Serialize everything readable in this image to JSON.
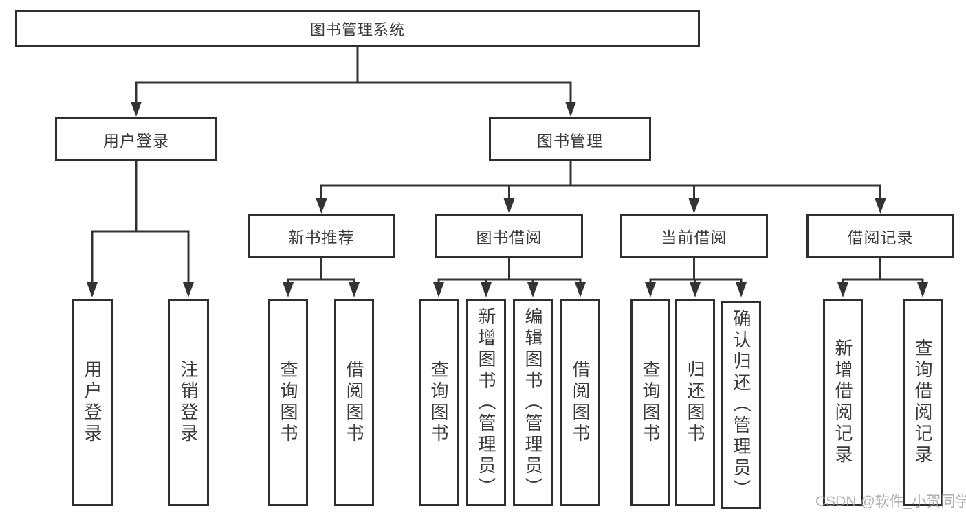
{
  "diagram": {
    "title_node": "图书管理系统",
    "nodes": {
      "root": "图书管理系统",
      "level2": [
        "用户登录",
        "图书管理"
      ],
      "level3": [
        "新书推荐",
        "图书借阅",
        "当前借阅",
        "借阅记录"
      ],
      "leaves": {
        "user_login": [
          "用户登录",
          "注销登录"
        ],
        "new_book_recommend": [
          "查询图书",
          "借阅图书"
        ],
        "book_borrow": [
          "查询图书",
          "新增图书（管理员）",
          "编辑图书（管理员）",
          "借阅图书"
        ],
        "current_borrow": [
          "查询图书",
          "归还图书",
          "确认归还（管理员）"
        ],
        "borrow_records": [
          "新增借阅记录",
          "查询借阅记录"
        ]
      }
    },
    "colors": {
      "line": "#333333",
      "box_border": "#2e2e2e",
      "text": "#3a3a3a",
      "background": "#ffffff",
      "watermark": "#9b9b9b"
    }
  },
  "watermark": "CSDN @软件_小贺同学"
}
